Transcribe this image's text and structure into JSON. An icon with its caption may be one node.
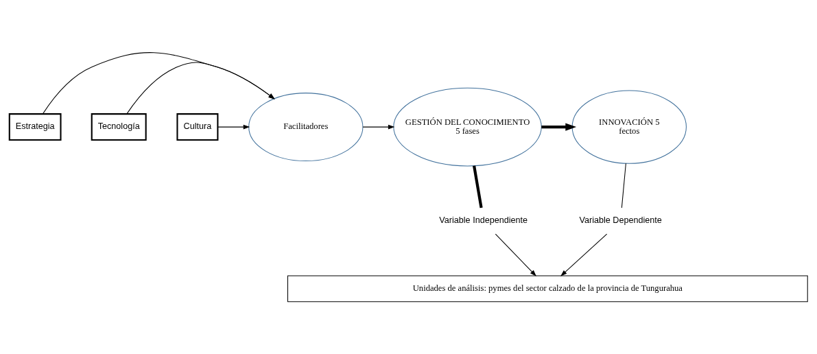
{
  "diagram": {
    "nodes": [
      {
        "text": [
          "Estrategia"
        ]
      },
      {
        "text": [
          "Tecnología"
        ]
      },
      {
        "text": [
          "Cultura"
        ]
      },
      {
        "text": [
          "Facilitadores"
        ]
      },
      {
        "text": [
          "GESTIÓN DEL CONOCIMIENTO 5 fases"
        ]
      },
      {
        "text": [
          "INNOVACIÓN 5 fectos"
        ]
      },
      {
        "text": [
          "Variable Independiente"
        ]
      },
      {
        "text": [
          "Variable Dependiente"
        ]
      },
      {
        "text": [
          "Unidades de análisis: pymes del sector calzado de la provincia de Tungurahua"
        ]
      }
    ],
    "edges": [
      {
        "from": 0,
        "to": 3,
        "arrow": "to"
      },
      {
        "from": 1,
        "to": 3,
        "arrow": "to"
      },
      {
        "from": 2,
        "to": 3,
        "arrow": "to"
      },
      {
        "from": 3,
        "to": 4,
        "arrow": "to"
      },
      {
        "from": 4,
        "to": 5,
        "arrow": "to",
        "style": "thick"
      },
      {
        "from": 4,
        "to": 6,
        "arrow": "none",
        "style": "thick"
      },
      {
        "from": 6,
        "to": 8,
        "arrow": "to"
      },
      {
        "from": 5,
        "to": 7,
        "arrow": "none"
      },
      {
        "from": 7,
        "to": 8,
        "arrow": "to"
      }
    ]
  }
}
